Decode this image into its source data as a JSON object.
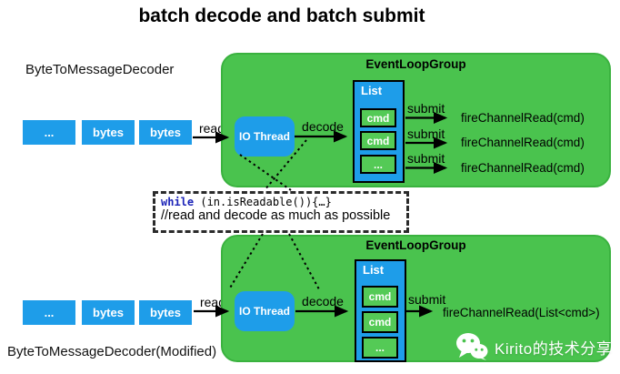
{
  "title": "batch decode and batch submit",
  "top_flow": {
    "label": "ByteToMessageDecoder",
    "buffers": [
      "...",
      "bytes",
      "bytes"
    ],
    "read_label": "read",
    "group": {
      "title": "EventLoopGroup",
      "io_thread": "IO Thread",
      "decode_label": "decode",
      "list": {
        "title": "List",
        "items": [
          "cmd",
          "cmd",
          "..."
        ]
      },
      "submits": [
        {
          "label": "submit",
          "target": "fireChannelRead(cmd)"
        },
        {
          "label": "submit",
          "target": "fireChannelRead(cmd)"
        },
        {
          "label": "submit",
          "target": "fireChannelRead(cmd)"
        }
      ]
    }
  },
  "code_note": {
    "keyword": "while",
    "condition": " (in.isReadable()){…}",
    "comment": "//read and decode as much as possible"
  },
  "bottom_flow": {
    "label": "ByteToMessageDecoder(Modified)",
    "buffers": [
      "...",
      "bytes",
      "bytes"
    ],
    "read_label": "read",
    "group": {
      "title": "EventLoopGroup",
      "io_thread": "IO Thread",
      "decode_label": "decode",
      "list": {
        "title": "List",
        "items": [
          "cmd",
          "cmd",
          "..."
        ]
      },
      "submit": {
        "label": "submit",
        "target": "fireChannelRead(List<cmd>)"
      }
    }
  },
  "watermark": {
    "icon": "wechat-icon",
    "text": "Kirito的技术分享"
  },
  "colors": {
    "panel_green": "#4AC34E",
    "panel_border_green": "#3AB23F",
    "item_green": "#54CA56",
    "blue": "#1E9DE9",
    "code_keyword_blue": "#1c24b8",
    "arrow_black": "#000000",
    "text_white": "#ffffff"
  }
}
